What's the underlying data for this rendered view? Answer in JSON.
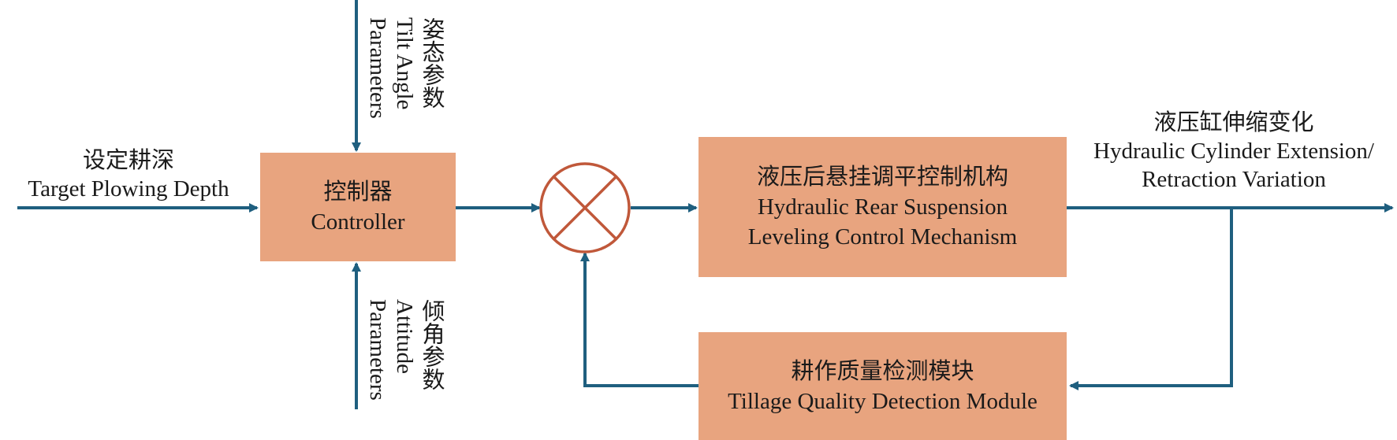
{
  "colors": {
    "arrow": "#1f5f7f",
    "box_fill": "#e8a47f",
    "junction": "#c0583a"
  },
  "inputs": {
    "target_depth": {
      "zh": "设定耕深",
      "en": "Target Plowing Depth"
    },
    "tilt_angle": {
      "zh": "姿态参数",
      "en_line1": "Tilt Angle",
      "en_line2": "Parameters"
    },
    "attitude": {
      "zh": "倾角参数",
      "en_line1": "Attitude",
      "en_line2": "Parameters"
    }
  },
  "blocks": {
    "controller": {
      "zh": "控制器",
      "en": "Controller"
    },
    "mechanism": {
      "zh": "液压后悬挂调平控制机构",
      "en_line1": "Hydraulic Rear Suspension",
      "en_line2": "Leveling Control Mechanism"
    },
    "detection": {
      "zh": "耕作质量检测模块",
      "en": "Tillage Quality Detection Module"
    }
  },
  "output": {
    "zh": "液压缸伸缩变化",
    "en_line1": "Hydraulic Cylinder Extension/",
    "en_line2": "Retraction Variation"
  },
  "icons": {
    "junction": "summing-junction-icon",
    "arrow": "arrowhead-icon"
  }
}
